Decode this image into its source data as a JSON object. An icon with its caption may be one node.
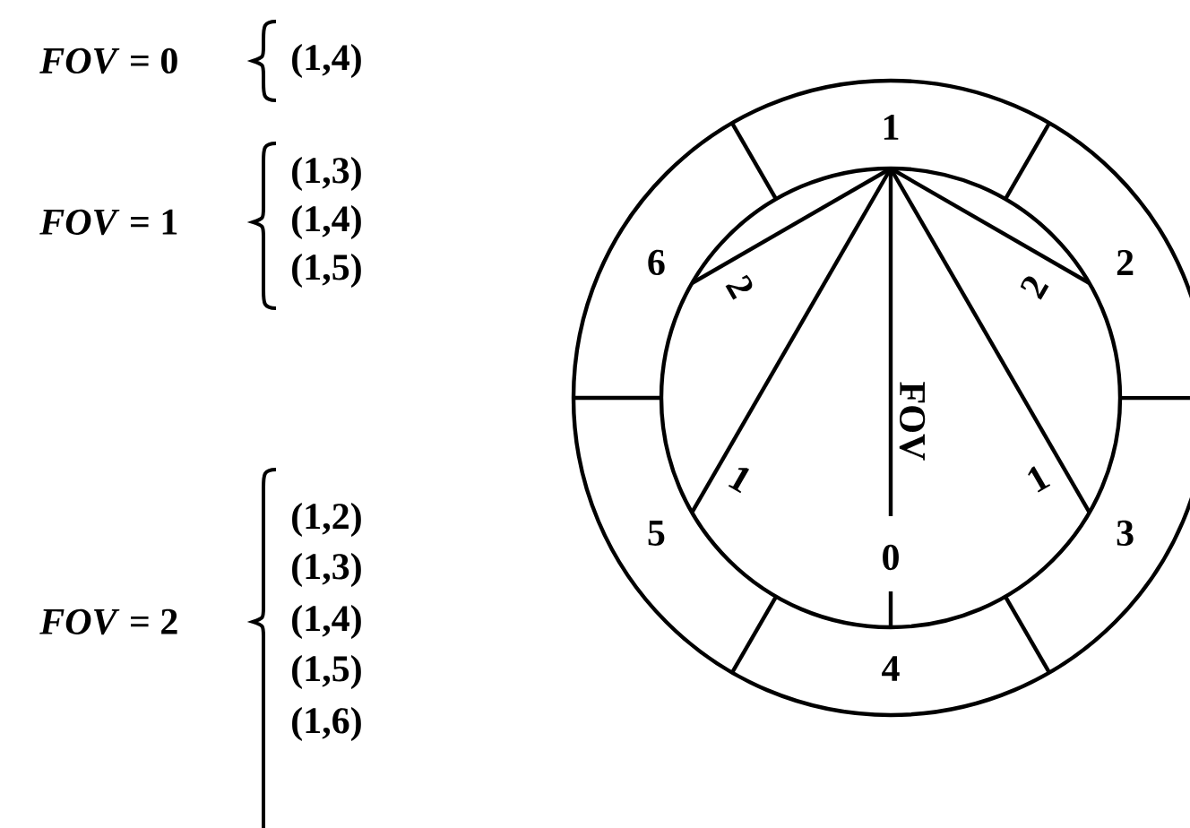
{
  "diagram": {
    "labels": [
      "*FOV* = 0",
      "(1,4)",
      "(1,3)",
      "*FOV* = 1",
      "(1,4)",
      "(1,5)",
      "(1,2)",
      "(1,3)",
      "*FOV* = 2",
      "(1,4)",
      "(1,5)",
      "(1,6)",
      "1",
      "6",
      "2",
      "2",
      "2",
      "FOV",
      "1",
      "1",
      "5",
      "0",
      "3",
      "4"
    ]
  }
}
